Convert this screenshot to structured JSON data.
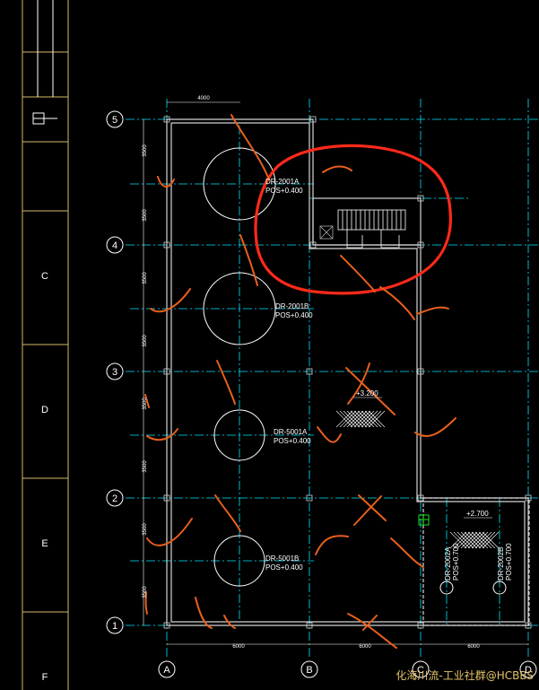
{
  "colors": {
    "background": "#000000",
    "grid_axis": "#00e5ff",
    "wall": "#d4d4d4",
    "vessel": "#ffffff",
    "cloud": "#ff2a1a",
    "markup": "#e8601c",
    "dim": "#ffffff",
    "title_border": "#d4b86a",
    "watermark": "#e6c36a",
    "highlight": "#19e019"
  },
  "title_block": {
    "rows": [
      "C",
      "D",
      "E",
      "F"
    ]
  },
  "grid": {
    "rows": [
      "5",
      "4",
      "3",
      "2",
      "1"
    ],
    "cols": [
      "A",
      "B",
      "C",
      "D"
    ]
  },
  "dimensions": {
    "top": "4000",
    "bottom": [
      "6000",
      "6000",
      "6000"
    ],
    "left": [
      "3500",
      "3500",
      "3500",
      "3500",
      "3500",
      "3500",
      "3500",
      "3500"
    ]
  },
  "vessels": [
    {
      "tag": "DR-2001A",
      "pos": "POS+0.400"
    },
    {
      "tag": "DR-2001B",
      "pos": "POS+0.400"
    },
    {
      "tag": "DR-5001A",
      "pos": "POS+0.400"
    },
    {
      "tag": "DR-5001B",
      "pos": "POS+0.400"
    },
    {
      "tag": "DR-2002A",
      "pos": "POS+0.700"
    },
    {
      "tag": "DR-2002B",
      "pos": "POS+0.700"
    }
  ],
  "elevations": [
    "+3.200",
    "+2.700"
  ],
  "watermark": "化海川流-工业社群@HCBBS"
}
